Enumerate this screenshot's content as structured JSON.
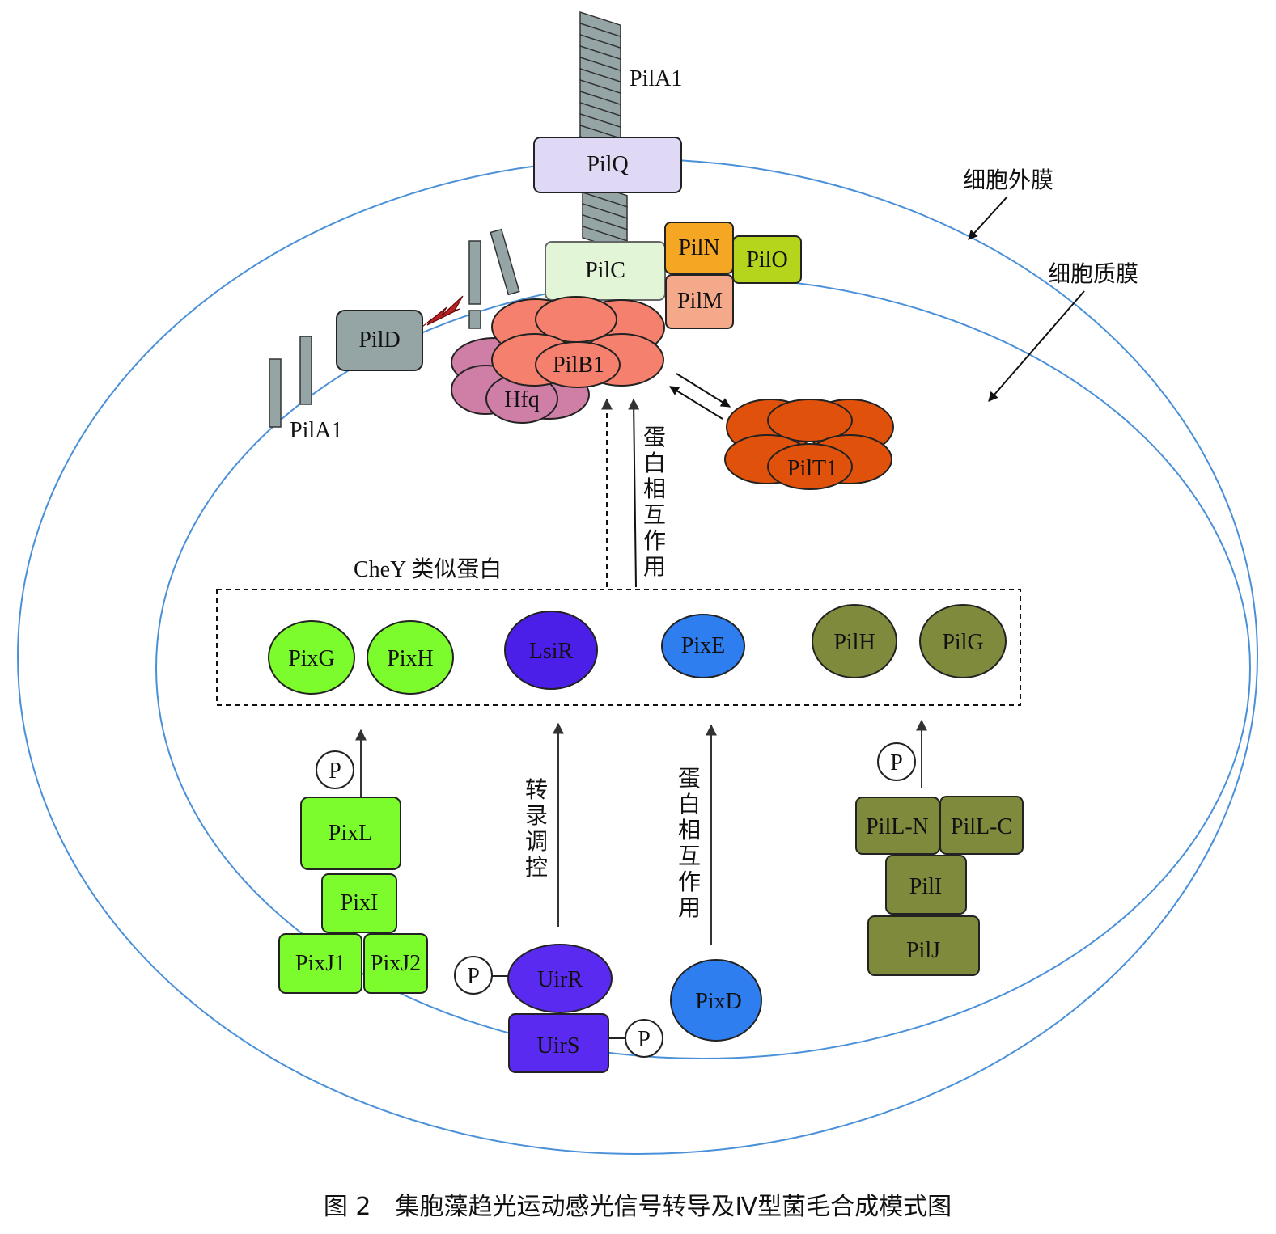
{
  "labels": {
    "outer_membrane": "细胞外膜",
    "inner_membrane": "细胞质膜",
    "pila1_top": "PilA1",
    "pila1_left": "PilA1",
    "pilq": "PilQ",
    "pilc": "PilC",
    "piln": "PilN",
    "pilo": "PilO",
    "pilm": "PilM",
    "pild": "PilD",
    "pilb1": "PilB1",
    "hfq": "Hfq",
    "pilt1": "PilT1",
    "chey_title": "CheY 类似蛋白",
    "pixg": "PixG",
    "pixh": "PixH",
    "lsir": "LsiR",
    "pixe": "PixE",
    "pilh": "PilH",
    "pilg": "PilG",
    "pixl": "PixL",
    "pixi": "PixI",
    "pixj1": "PixJ1",
    "pixj2": "PixJ2",
    "uirr": "UirR",
    "uirs": "UirS",
    "pixd": "PixD",
    "pill_n": "PilL-N",
    "pill_c": "PilL-C",
    "pili": "PilI",
    "pilj": "PilJ",
    "phospho": "P",
    "arrow_protein_interaction_top": "蛋白相互作用",
    "arrow_transcription": "转录调控",
    "arrow_protein_interaction_bottom": "蛋白相互作用"
  },
  "caption": "图 2　集胞藻趋光运动感光信号转导及Ⅳ型菌毛合成模式图",
  "colors": {
    "membrane": "#4a90d9",
    "pilus": "#95a5a6",
    "pilq": "#e0d9f5",
    "pilc": "#e2f5d6",
    "piln": "#f5a623",
    "pilo": "#b5d41c",
    "pilm": "#f4a98a",
    "pild": "#95a5a6",
    "pilb1": "#f5806e",
    "hfq": "#cf7fa5",
    "pilt1": "#e0520c",
    "pix_green": "#7cfc2c",
    "lsir": "#4b1fe8",
    "uir": "#5a2af0",
    "pixe": "#2f7ef0",
    "pil_olive": "#7f8a3c",
    "lightning": "#b22222"
  }
}
